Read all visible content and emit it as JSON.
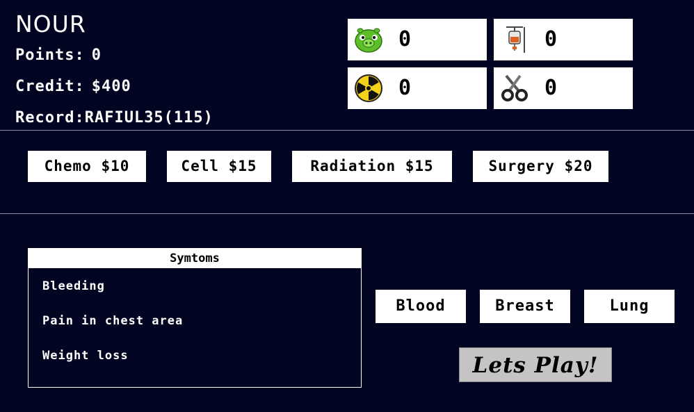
{
  "player": {
    "name": "NOUR",
    "points_label": "Points:",
    "points_value": "0",
    "credit_label": "Credit:",
    "credit_value": "$400",
    "record_label": "Record:",
    "record_value": "RAFIUL35(115)"
  },
  "inventory": [
    {
      "icon": "pig-icon",
      "count": "0"
    },
    {
      "icon": "iv-drip-icon",
      "count": "0"
    },
    {
      "icon": "radiation-icon",
      "count": "0"
    },
    {
      "icon": "scissors-icon",
      "count": "0"
    }
  ],
  "shop": [
    {
      "label": "Chemo $10"
    },
    {
      "label": "Cell $15"
    },
    {
      "label": "Radiation $15"
    },
    {
      "label": "Surgery $20"
    }
  ],
  "symptoms": {
    "title": "Symtoms",
    "items": [
      "Bleeding",
      "Pain in chest area",
      "Weight loss"
    ]
  },
  "cancer_types": [
    "Blood",
    "Breast",
    "Lung"
  ],
  "play_button": "Lets Play!",
  "colors": {
    "background": "#020521",
    "panel": "#ffffff",
    "play_button": "#c4c4c4"
  }
}
